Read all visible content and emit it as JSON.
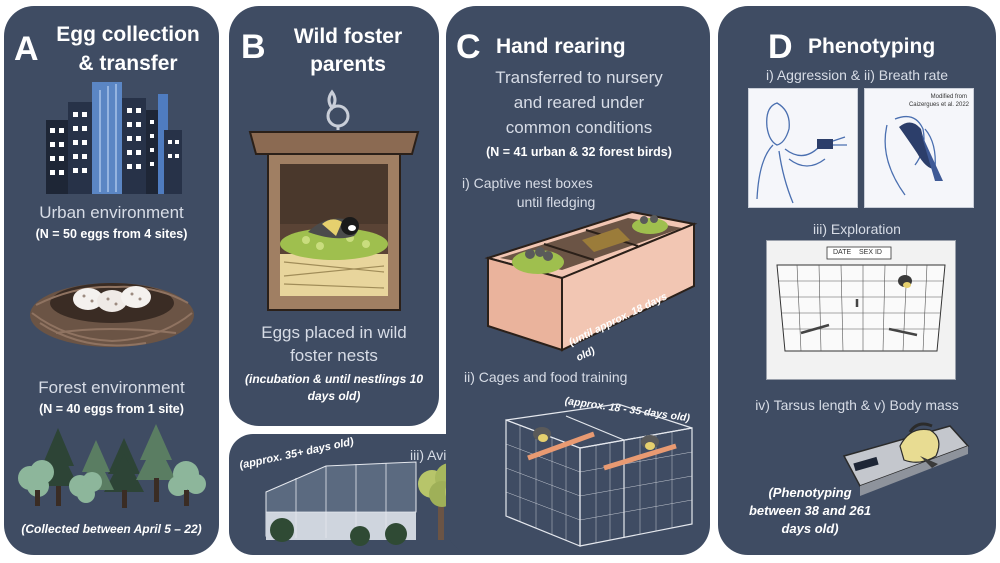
{
  "panel_a": {
    "letter": "A",
    "title_line1": "Egg collection",
    "title_line2": "& transfer",
    "urban_label": "Urban environment",
    "urban_count": "(N = 50 eggs from 4 sites)",
    "forest_label": "Forest environment",
    "forest_count": "(N = 40 eggs from 1 site)",
    "collection_dates": "(Collected between April 5 – 22)"
  },
  "panel_b": {
    "letter": "B",
    "title_line1": "Wild foster",
    "title_line2": "parents",
    "desc_line1": "Eggs placed in wild",
    "desc_line2": "foster nests",
    "note_line1": "(incubation & until nestlings 10",
    "note_line2": "days old)"
  },
  "aviary": {
    "label": "iii) Aviaries",
    "age": "(approx. 35+ days old)"
  },
  "panel_c": {
    "letter": "C",
    "title": "Hand rearing",
    "desc_line1": "Transferred to nursery",
    "desc_line2": "and reared under",
    "desc_line3": "common conditions",
    "count": "(N = 41 urban & 32 forest birds)",
    "step1_line1": "i) Captive nest boxes",
    "step1_line2": "until fledging",
    "step1_age": "(until approx. 18 days old)",
    "step2": "ii) Cages and food training",
    "step2_age": "(approx. 18 - 35 days old)"
  },
  "panel_d": {
    "letter": "D",
    "title": "Phenotyping",
    "step1": "i) Aggression & ii) Breath rate",
    "credit_line1": "Modified from",
    "credit_line2": "Caizergues et al. 2022",
    "step3": "iii) Exploration",
    "cage_date": "DATE",
    "cage_sex": "SEX ID",
    "step4": "iv) Tarsus length & v) Body mass",
    "ages_line1": "(Phenotyping",
    "ages_line2": "between 38 and 261",
    "ages_line3": "days old)"
  },
  "colors": {
    "panel": "#3f4c63",
    "text_light": "#d7dce6",
    "nest_box": "#8b6a52",
    "peach": "#f2c6b3"
  }
}
